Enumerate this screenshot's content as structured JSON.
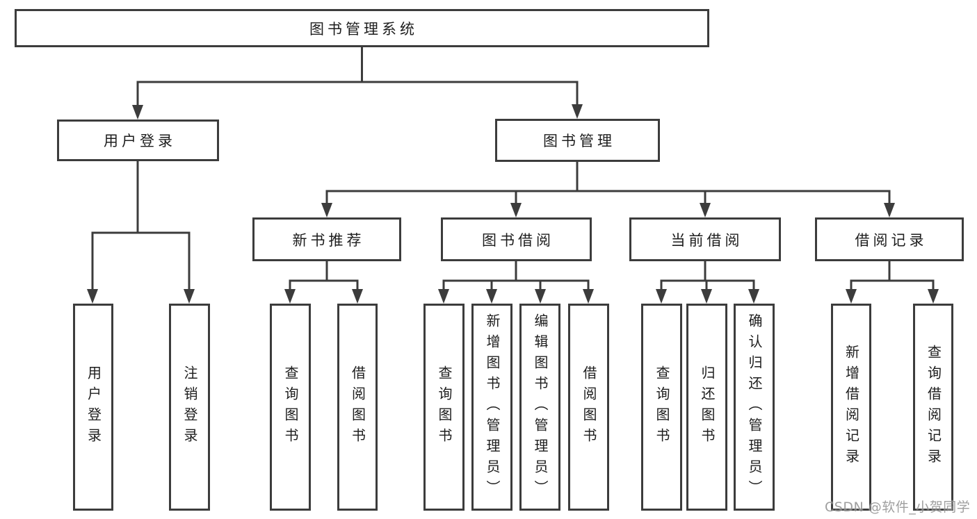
{
  "colors": {
    "line": "#3c3c3c",
    "box_background": "#ffffff",
    "text": "#1d1d1d",
    "watermark": "#8f8f8f"
  },
  "tree": {
    "root": "图书管理系统",
    "branches": [
      {
        "label": "用户登录",
        "children": [
          {
            "label": "用户登录"
          },
          {
            "label": "注销登录"
          }
        ]
      },
      {
        "label": "图书管理",
        "children": [
          {
            "label": "新书推荐",
            "children": [
              {
                "label": "查询图书"
              },
              {
                "label": "借阅图书"
              }
            ]
          },
          {
            "label": "图书借阅",
            "children": [
              {
                "label": "查询图书"
              },
              {
                "label": "新增图书（管理员）"
              },
              {
                "label": "编辑图书（管理员）"
              },
              {
                "label": "借阅图书"
              }
            ]
          },
          {
            "label": "当前借阅",
            "children": [
              {
                "label": "查询图书"
              },
              {
                "label": "归还图书"
              },
              {
                "label": "确认归还（管理员）"
              }
            ]
          },
          {
            "label": "借阅记录",
            "children": [
              {
                "label": "新增借阅记录"
              },
              {
                "label": "查询借阅记录"
              }
            ]
          }
        ]
      }
    ]
  },
  "watermark": {
    "text": "CSDN @软件_小贺同学"
  }
}
